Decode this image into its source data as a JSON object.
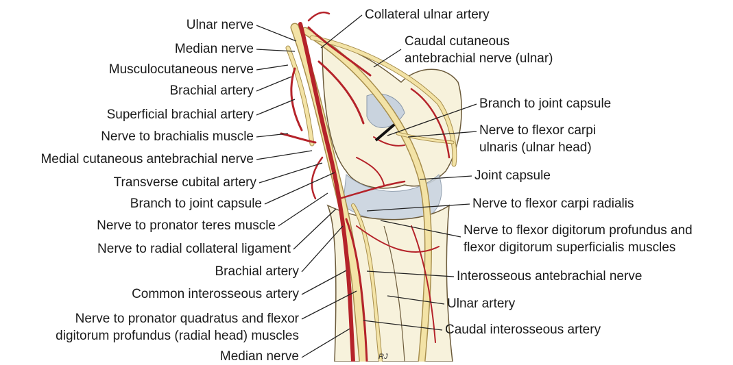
{
  "labels_left": [
    "Ulnar nerve",
    "Median nerve",
    "Musculocutaneous nerve",
    "Brachial artery",
    "Superficial brachial artery",
    "Nerve to brachialis muscle",
    "Medial cutaneous antebrachial nerve",
    "Transverse cubital artery",
    "Branch to joint capsule",
    "Nerve to pronator teres muscle",
    "Nerve to radial collateral ligament",
    "Brachial artery",
    "Common interosseous artery",
    "Nerve to pronator quadratus and flexor",
    "digitorum profundus (radial head) muscles",
    "Median nerve"
  ],
  "labels_right": [
    "Collateral ulnar artery",
    "Caudal cutaneous",
    "antebrachial nerve (ulnar)",
    "Branch to joint capsule",
    "Nerve to flexor carpi",
    "ulnaris (ulnar head)",
    "Joint capsule",
    "Nerve to flexor carpi radialis",
    "Nerve to flexor digitorum profundus and",
    "flexor digitorum superficialis muscles",
    "Interosseous antebrachial nerve",
    "Ulnar artery",
    "Caudal interosseous artery"
  ],
  "signature": "RJ",
  "colors": {
    "bone": "#f7f2dc",
    "bone_outline": "#6b5a3a",
    "nerve": "#f3e3a6",
    "nerve_outline": "#a88f4e",
    "artery": "#b5232a",
    "capsule": "#c9d3de"
  }
}
